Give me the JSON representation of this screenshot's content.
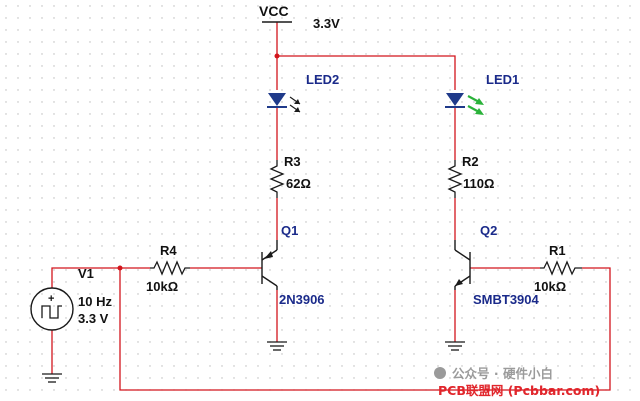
{
  "colors": {
    "wire": "#d2151c",
    "part": "#1a1a1a",
    "led_off": "#1f3a8a",
    "led_on": "#2ab23a",
    "grid_dot": "#b9b9b9"
  },
  "supply": {
    "name": "VCC",
    "voltage": "3.3V"
  },
  "led2": {
    "ref": "LED2"
  },
  "led1": {
    "ref": "LED1"
  },
  "r3": {
    "ref": "R3",
    "value": "62Ω"
  },
  "r2": {
    "ref": "R2",
    "value": "110Ω"
  },
  "q1": {
    "ref": "Q1",
    "model": "2N3906"
  },
  "q2": {
    "ref": "Q2",
    "model": "SMBT3904"
  },
  "r4": {
    "ref": "R4",
    "value": "10kΩ"
  },
  "r1": {
    "ref": "R1",
    "value": "10kΩ"
  },
  "v1": {
    "ref": "V1",
    "freq": "10 Hz",
    "amplitude": "3.3 V"
  },
  "watermark": {
    "account": "公众号 · 硬件小白",
    "site": "PCB联盟网 (Pcbbar.com)"
  }
}
